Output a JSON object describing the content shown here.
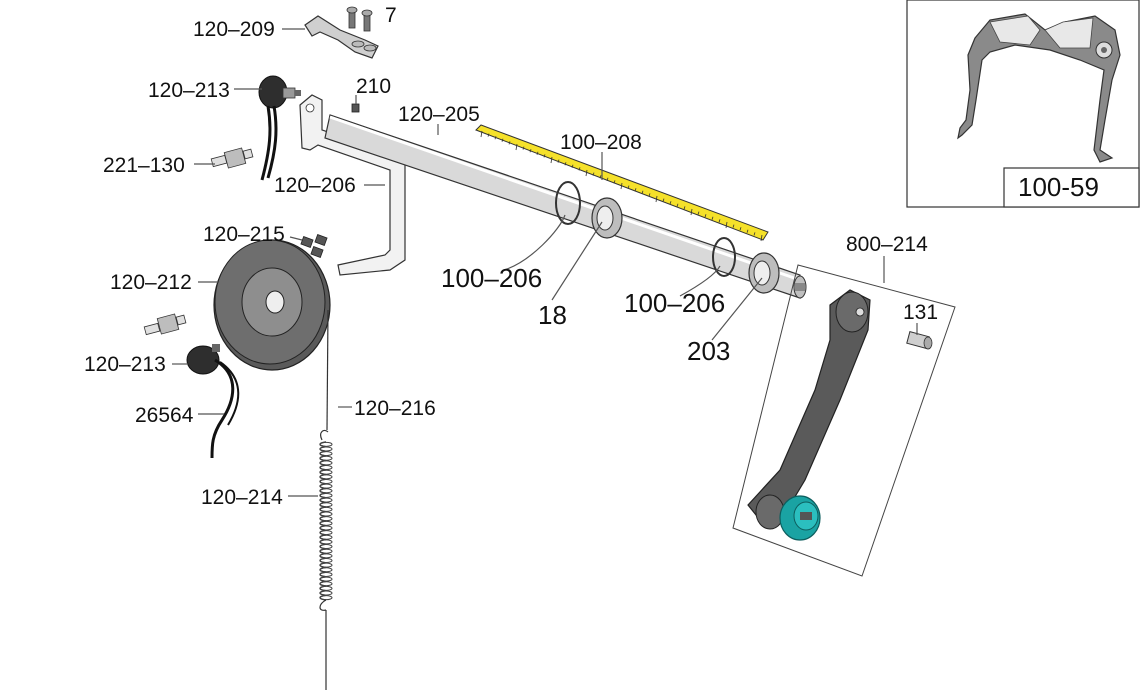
{
  "diagram": {
    "type": "exploded-parts-diagram",
    "colors": {
      "ruler": "#f5e12a",
      "knob": "#1aa3a3",
      "metal": "#c8c8c8",
      "dark": "#3a3a3a"
    },
    "labels": {
      "p120_209": "120–209",
      "p7": "7",
      "p120_213_top": "120–213",
      "p210": "210",
      "p120_205": "120–205",
      "p100_208": "100–208",
      "p221_130": "221–130",
      "p120_206": "120–206",
      "p120_215": "120–215",
      "p120_212": "120–212",
      "p100_206_a": "100–206",
      "p18": "18",
      "p100_206_b": "100–206",
      "p203": "203",
      "p800_214": "800–214",
      "p131": "131",
      "p120_213_bottom": "120–213",
      "p120_216": "120–216",
      "p26564": "26564",
      "p120_214": "120–214"
    },
    "inset": {
      "label": "100-59"
    }
  }
}
